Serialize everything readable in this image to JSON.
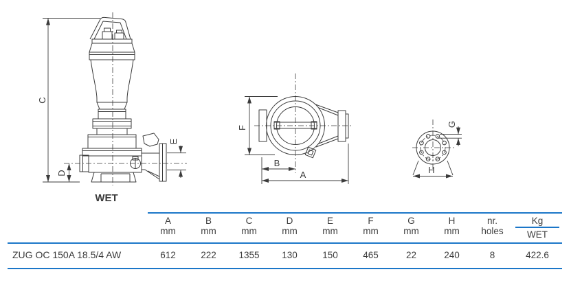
{
  "drawing": {
    "labels": {
      "C": "C",
      "D": "D",
      "E": "E",
      "F": "F",
      "B": "B",
      "A": "A",
      "G": "G",
      "H": "H"
    },
    "wet_caption": "WET"
  },
  "table": {
    "columns": [
      {
        "line1": "A",
        "line2": "mm"
      },
      {
        "line1": "B",
        "line2": "mm"
      },
      {
        "line1": "C",
        "line2": "mm"
      },
      {
        "line1": "D",
        "line2": "mm"
      },
      {
        "line1": "E",
        "line2": "mm"
      },
      {
        "line1": "F",
        "line2": "mm"
      },
      {
        "line1": "G",
        "line2": "mm"
      },
      {
        "line1": "H",
        "line2": "mm"
      },
      {
        "line1": "nr.",
        "line2": "holes"
      },
      {
        "line1": "Kg",
        "line2": "WET"
      }
    ],
    "row": {
      "model": "ZUG OC 150A 18.5/4 AW",
      "values": [
        "612",
        "222",
        "1355",
        "130",
        "150",
        "465",
        "22",
        "240",
        "8",
        "422.6"
      ]
    }
  },
  "colors": {
    "rule_blue": "#1b76c8",
    "line_dark": "#3b3b3b"
  }
}
